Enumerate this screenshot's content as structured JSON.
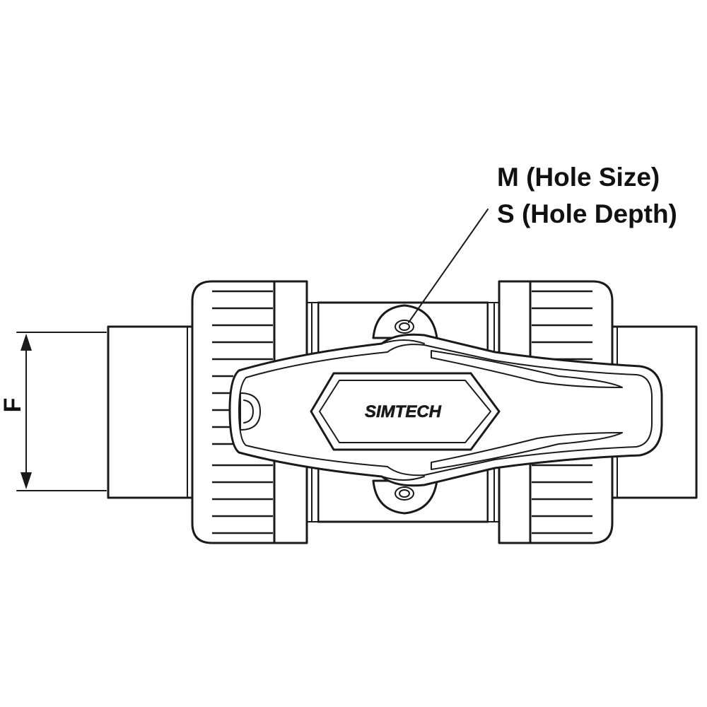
{
  "callouts": {
    "hole_size": "M (Hole Size)",
    "hole_depth": "S (Hole Depth)"
  },
  "dimension": {
    "label": "F"
  },
  "handle": {
    "brand": "SIMTECH"
  },
  "colors": {
    "line": "#1a1a1a",
    "background": "#ffffff"
  }
}
